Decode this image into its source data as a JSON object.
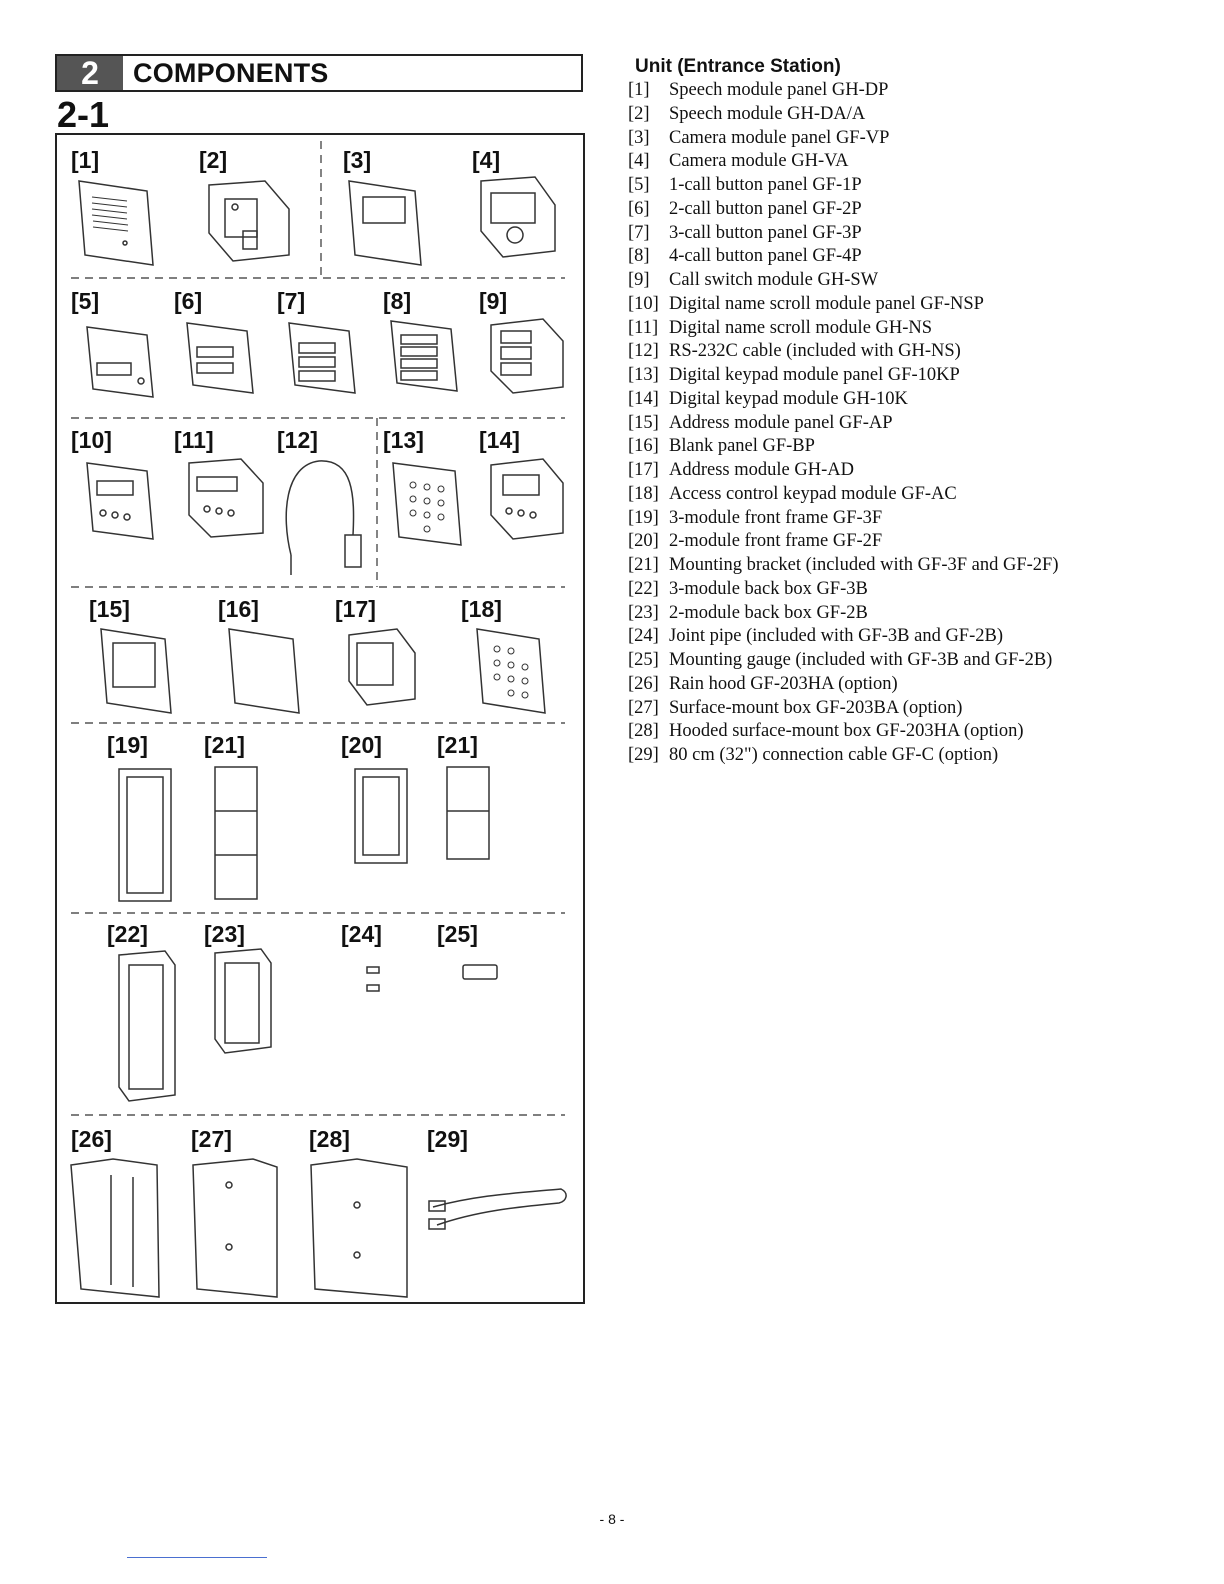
{
  "section": {
    "number": "2",
    "title": "COMPONENTS",
    "subsection": "2-1"
  },
  "figure": {
    "tags": [
      "[1]",
      "[2]",
      "[3]",
      "[4]",
      "[5]",
      "[6]",
      "[7]",
      "[8]",
      "[9]",
      "[10]",
      "[11]",
      "[12]",
      "[13]",
      "[14]",
      "[15]",
      "[16]",
      "[17]",
      "[18]",
      "[19]",
      "[21]",
      "[20]",
      "[21]",
      "[22]",
      "[23]",
      "[24]",
      "[25]",
      "[26]",
      "[27]",
      "[28]",
      "[29]"
    ]
  },
  "list_title": "Unit (Entrance Station)",
  "items": [
    {
      "n": "[1]",
      "text": "Speech module panel GH-DP"
    },
    {
      "n": "[2]",
      "text": "Speech module GH-DA/A"
    },
    {
      "n": "[3]",
      "text": "Camera module panel GF-VP"
    },
    {
      "n": "[4]",
      "text": "Camera module GH-VA"
    },
    {
      "n": "[5]",
      "text": "1-call button panel GF-1P"
    },
    {
      "n": "[6]",
      "text": "2-call button panel GF-2P"
    },
    {
      "n": "[7]",
      "text": "3-call button panel GF-3P"
    },
    {
      "n": "[8]",
      "text": "4-call button panel GF-4P"
    },
    {
      "n": "[9]",
      "text": "Call switch module GH-SW"
    },
    {
      "n": "[10]",
      "text": "Digital name scroll module panel GF-NSP"
    },
    {
      "n": "[11]",
      "text": "Digital name scroll module GH-NS"
    },
    {
      "n": "[12]",
      "text": "RS-232C cable (included with GH-NS)"
    },
    {
      "n": "[13]",
      "text": "Digital keypad module panel GF-10KP"
    },
    {
      "n": "[14]",
      "text": "Digital keypad module GH-10K"
    },
    {
      "n": "[15]",
      "text": "Address module panel GF-AP"
    },
    {
      "n": "[16]",
      "text": "Blank panel GF-BP"
    },
    {
      "n": "[17]",
      "text": "Address module GH-AD"
    },
    {
      "n": "[18]",
      "text": "Access control keypad module GF-AC"
    },
    {
      "n": "[19]",
      "text": "3-module front frame GF-3F"
    },
    {
      "n": "[20]",
      "text": "2-module front frame GF-2F"
    },
    {
      "n": "[21]",
      "text": "Mounting bracket (included with GF-3F and GF-2F)"
    },
    {
      "n": "[22]",
      "text": "3-module back box GF-3B"
    },
    {
      "n": "[23]",
      "text": "2-module back box GF-2B"
    },
    {
      "n": "[24]",
      "text": "Joint pipe (included with GF-3B and GF-2B)"
    },
    {
      "n": "[25]",
      "text": "Mounting gauge (included with GF-3B and GF-2B)"
    },
    {
      "n": "[26]",
      "text": "Rain hood GF-203HA (option)"
    },
    {
      "n": "[27]",
      "text": "Surface-mount box GF-203BA (option)"
    },
    {
      "n": "[28]",
      "text": "Hooded surface-mount box GF-203HA (option)"
    },
    {
      "n": "[29]",
      "text": "80 cm (32\") connection cable GF-C (option)"
    }
  ],
  "page_number": "- 8 -"
}
